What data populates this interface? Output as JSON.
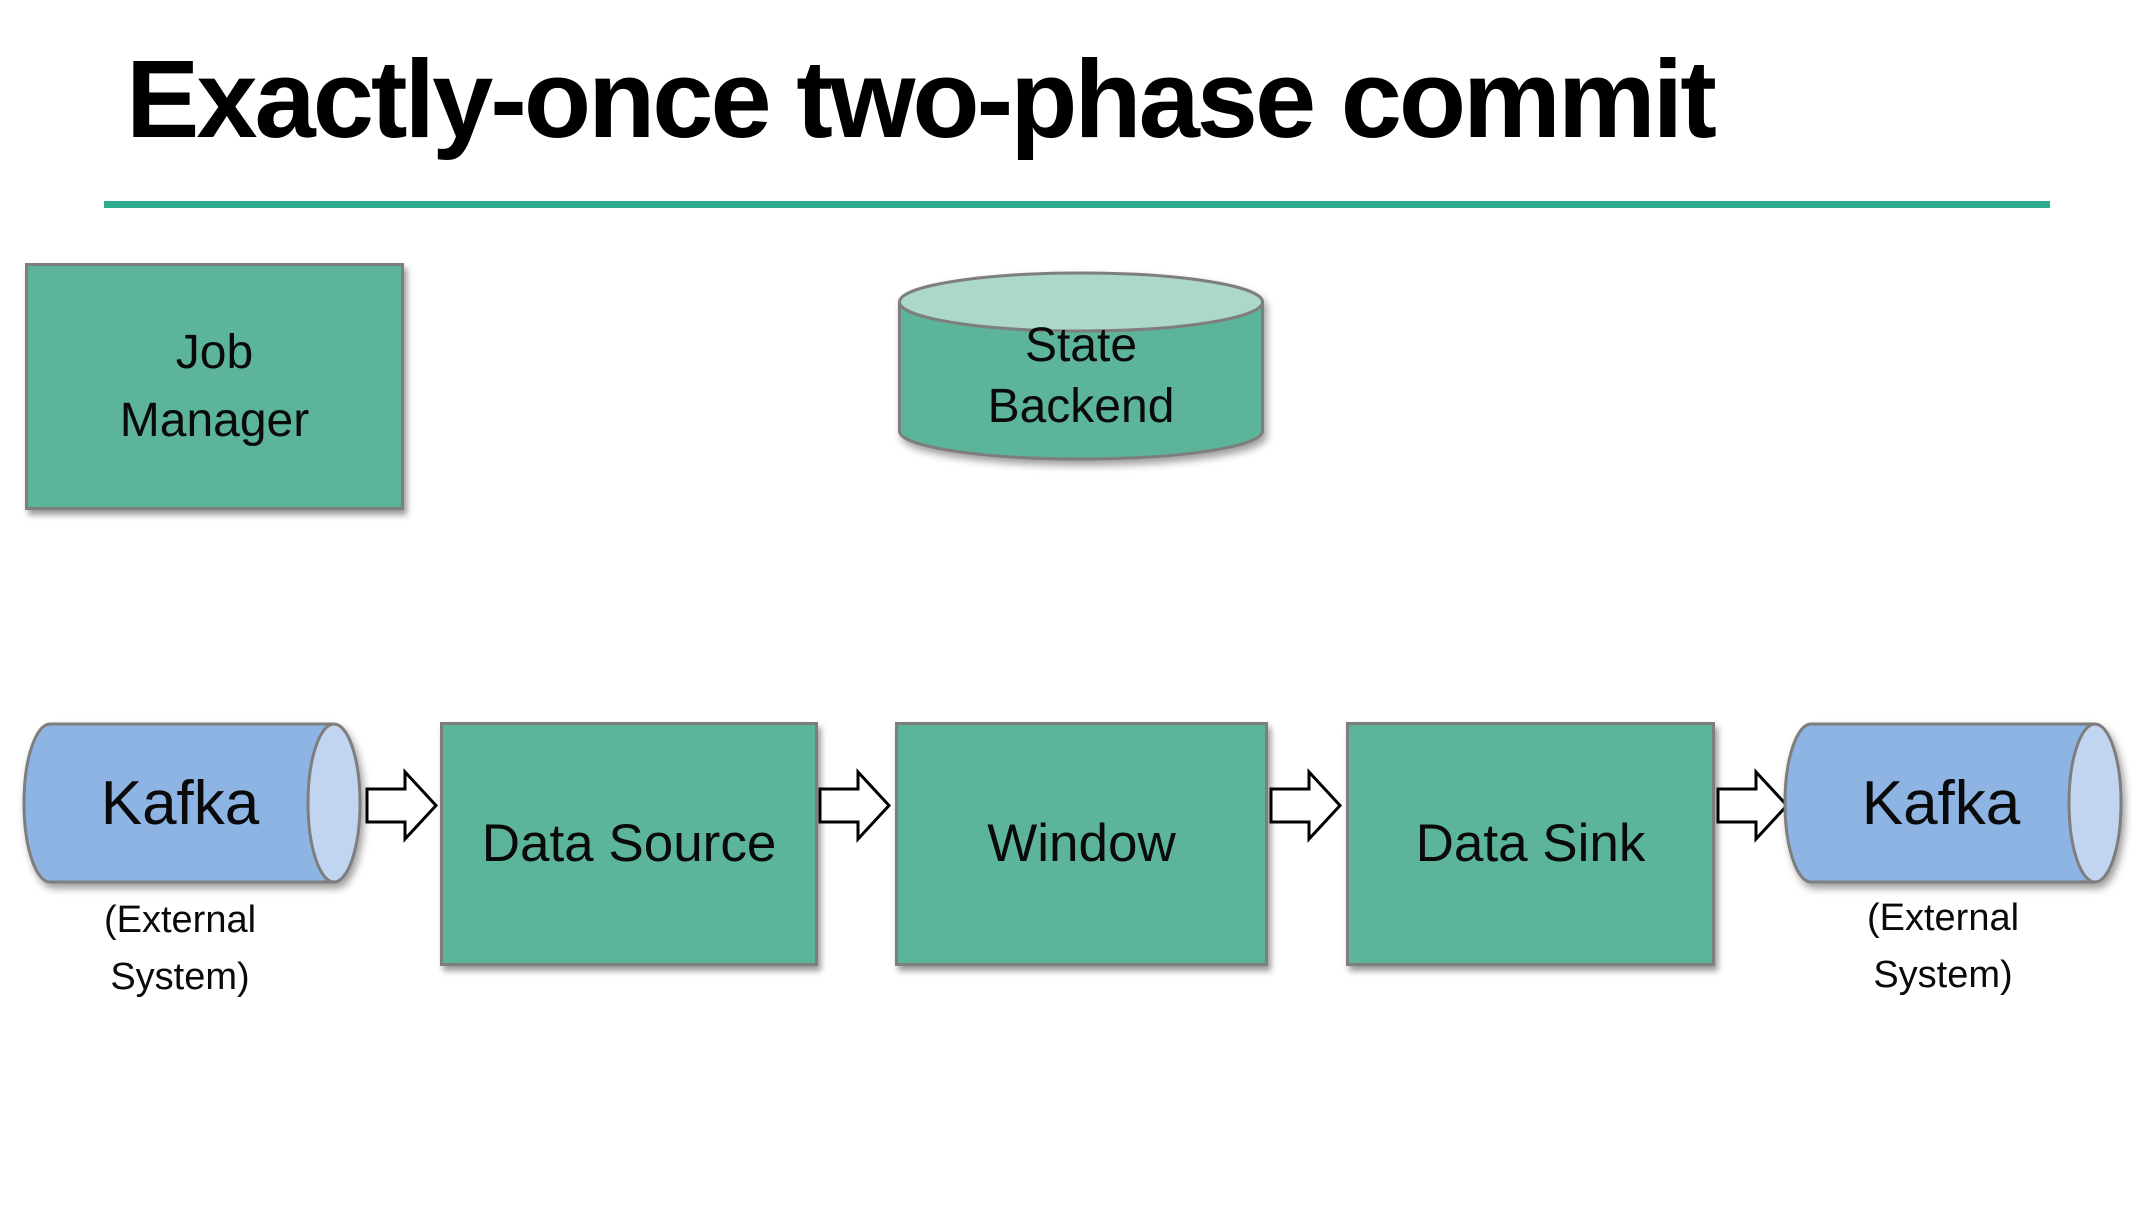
{
  "slide": {
    "title": "Exactly-once two-phase commit"
  },
  "colors": {
    "accent_teal": "#2FAC8F",
    "box_green": "#5CB49B",
    "cylinder_top_green": "#ACD8C8",
    "kafka_blue": "#8DB4E2",
    "kafka_cap_blue": "#C2D5F0",
    "border_gray": "#7E7E7E",
    "arrow_fill": "#FFFFFF",
    "arrow_stroke": "#000000"
  },
  "nodes": {
    "job_manager": {
      "label": "Job\nManager"
    },
    "state_backend": {
      "label": "State\nBackend"
    },
    "kafka_left": {
      "label": "Kafka",
      "sublabel": "(External\nSystem)"
    },
    "data_source": {
      "label": "Data Source"
    },
    "window": {
      "label": "Window"
    },
    "data_sink": {
      "label": "Data Sink"
    },
    "kafka_right": {
      "label": "Kafka",
      "sublabel": "(External\nSystem)"
    }
  }
}
